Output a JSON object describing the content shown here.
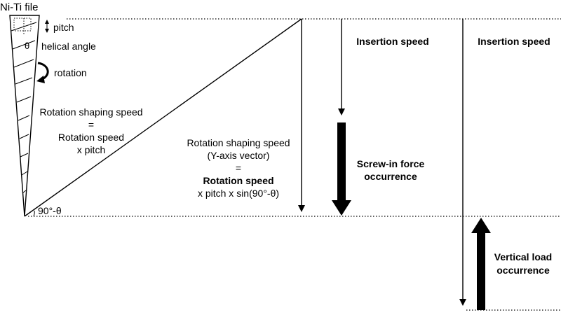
{
  "file_label": "Ni-Ti file",
  "pitch_label": "pitch",
  "theta_label": "θ",
  "helical_angle_label": "helical angle",
  "rotation_label": "rotation",
  "left_formula": {
    "line1": "Rotation shaping speed",
    "line2": "=",
    "line3": "Rotation speed",
    "line4": "x pitch"
  },
  "angle_label": "90°-θ",
  "middle_formula": {
    "line1": "Rotation shaping speed",
    "line2": "(Y-axis vector)",
    "line3": "=",
    "line4": "Rotation speed",
    "line5": "x pitch x sin(90°-θ)"
  },
  "insertion_speed_1": "Insertion speed",
  "screw_in_line1": "Screw-in force",
  "screw_in_line2": "occurrence",
  "insertion_speed_2": "Insertion speed",
  "vertical_load_line1": "Vertical load",
  "vertical_load_line2": "occurrence"
}
